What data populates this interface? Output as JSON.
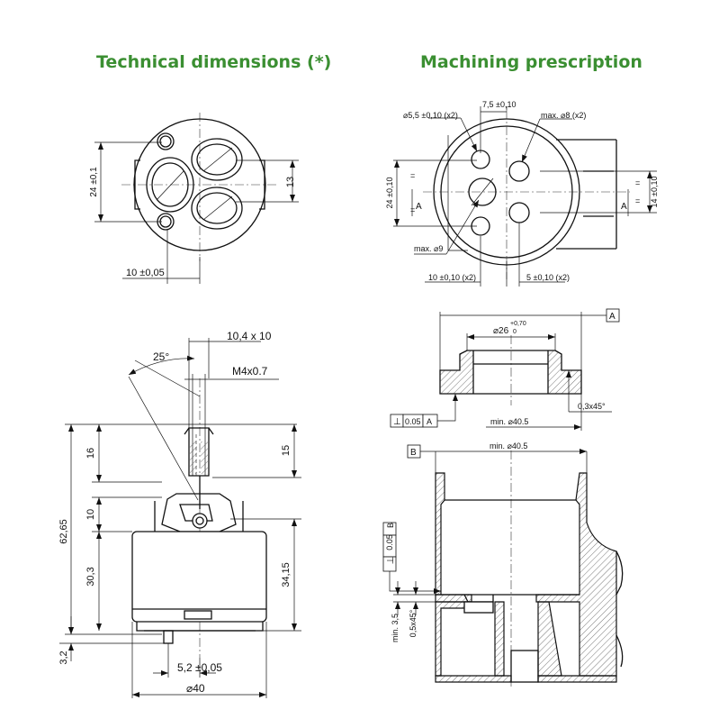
{
  "titles": {
    "technical": "Technical dimensions (*)",
    "machining": "Machining prescription"
  },
  "top_left": {
    "dim_24": "24 ±0,1",
    "dim_13": "13",
    "dim_10": "10 ±0,05"
  },
  "top_right": {
    "d55": "⌀5,5 ±0,10 (x2)",
    "d75": "7,5 ±0,10",
    "dmax8": "max. ⌀8 (x2)",
    "d24": "24 ±0,10",
    "d14": "14 ±0,10",
    "dmax9": "max. ⌀9",
    "d10": "10 ±0,10 (x2)",
    "d5": "5 ±0,10 (x2)",
    "eq": "=",
    "sec_a": "A"
  },
  "bottom_left": {
    "d104": "10,4 x 10",
    "angle": "25°",
    "m4": "M4x0.7",
    "d6265": "62,65",
    "d16": "16",
    "d15": "15",
    "d10": "10",
    "d303": "30,3",
    "d3415": "34,15",
    "d32": "3,2",
    "d52": "5,2 ±0,05",
    "d40": "⌀40"
  },
  "mid_right": {
    "d26": "⌀26",
    "tol_up": "+0,70",
    "tol_low": "0",
    "datum_a": "A",
    "perp_sym": "⊥",
    "perp_val": "0.05",
    "perp_ref": "A",
    "min405": "min. ⌀40.5",
    "chamfer": "0,3x45°"
  },
  "bottom_right": {
    "datum_b": "B",
    "min405": "min. ⌀40.5",
    "perp_sym": "⊥",
    "perp_val": "0.05",
    "perp_ref": "B",
    "min35": "min. 3,5",
    "chamfer": "0,5x45°"
  }
}
